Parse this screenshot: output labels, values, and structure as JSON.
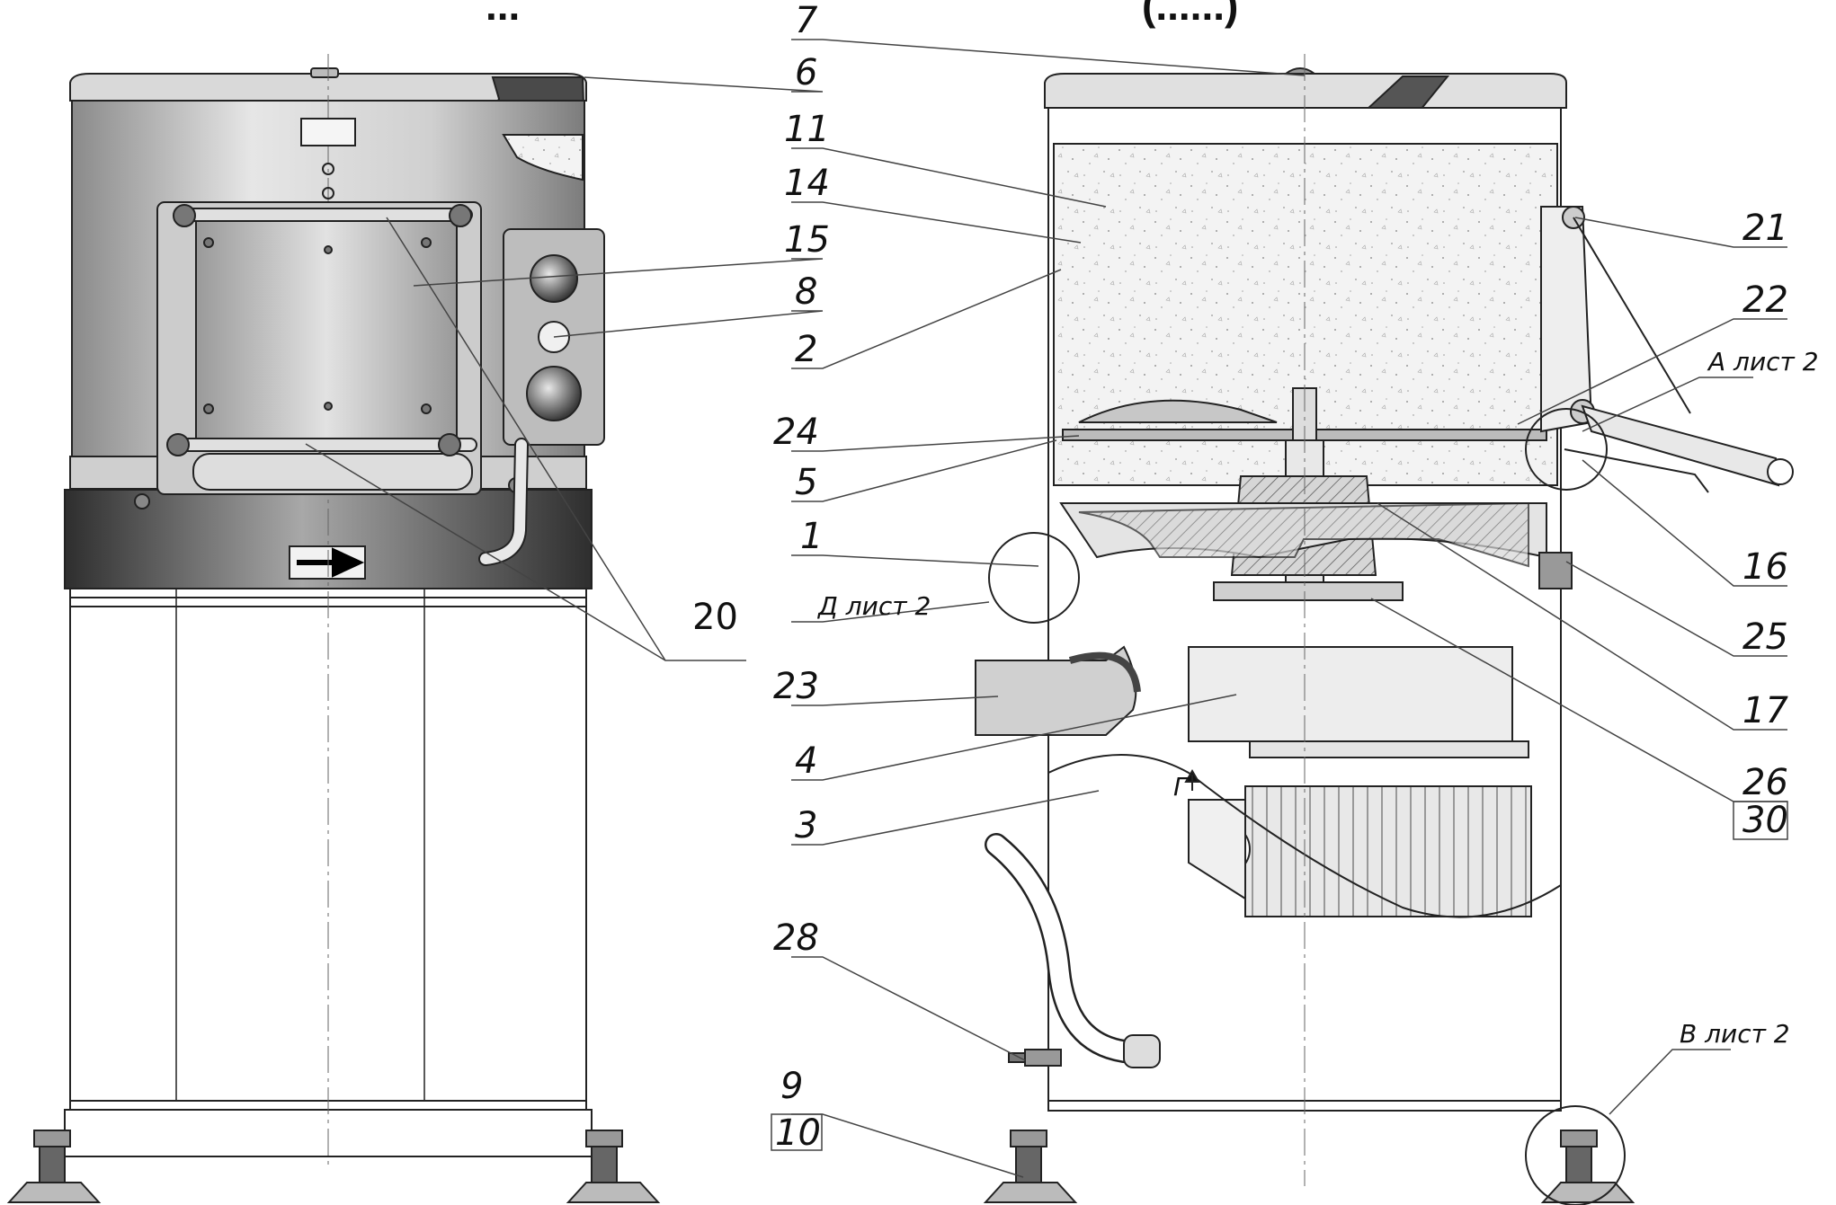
{
  "title_fragment": "...",
  "title_paren": "(......)",
  "callouts": {
    "c1": "1",
    "c2": "2",
    "c3": "3",
    "c4": "4",
    "c5": "5",
    "c6": "6",
    "c7": "7",
    "c8": "8",
    "c9": "9",
    "c10": "10",
    "c11": "11",
    "c14": "14",
    "c15": "15",
    "c16": "16",
    "c17": "17",
    "c20": "20",
    "c21": "21",
    "c22": "22",
    "c23": "23",
    "c24": "24",
    "c25": "25",
    "c26": "26",
    "c28": "28",
    "c30": "30"
  },
  "section_refs": {
    "a": "А лист 2",
    "d": "Д лист 2",
    "v": "В лист 2",
    "g": "Г"
  },
  "colors": {
    "line": "#222222",
    "body_fill": "#c8c8c8",
    "band_fill": "#555555",
    "insulation_fill": "#ededed"
  }
}
